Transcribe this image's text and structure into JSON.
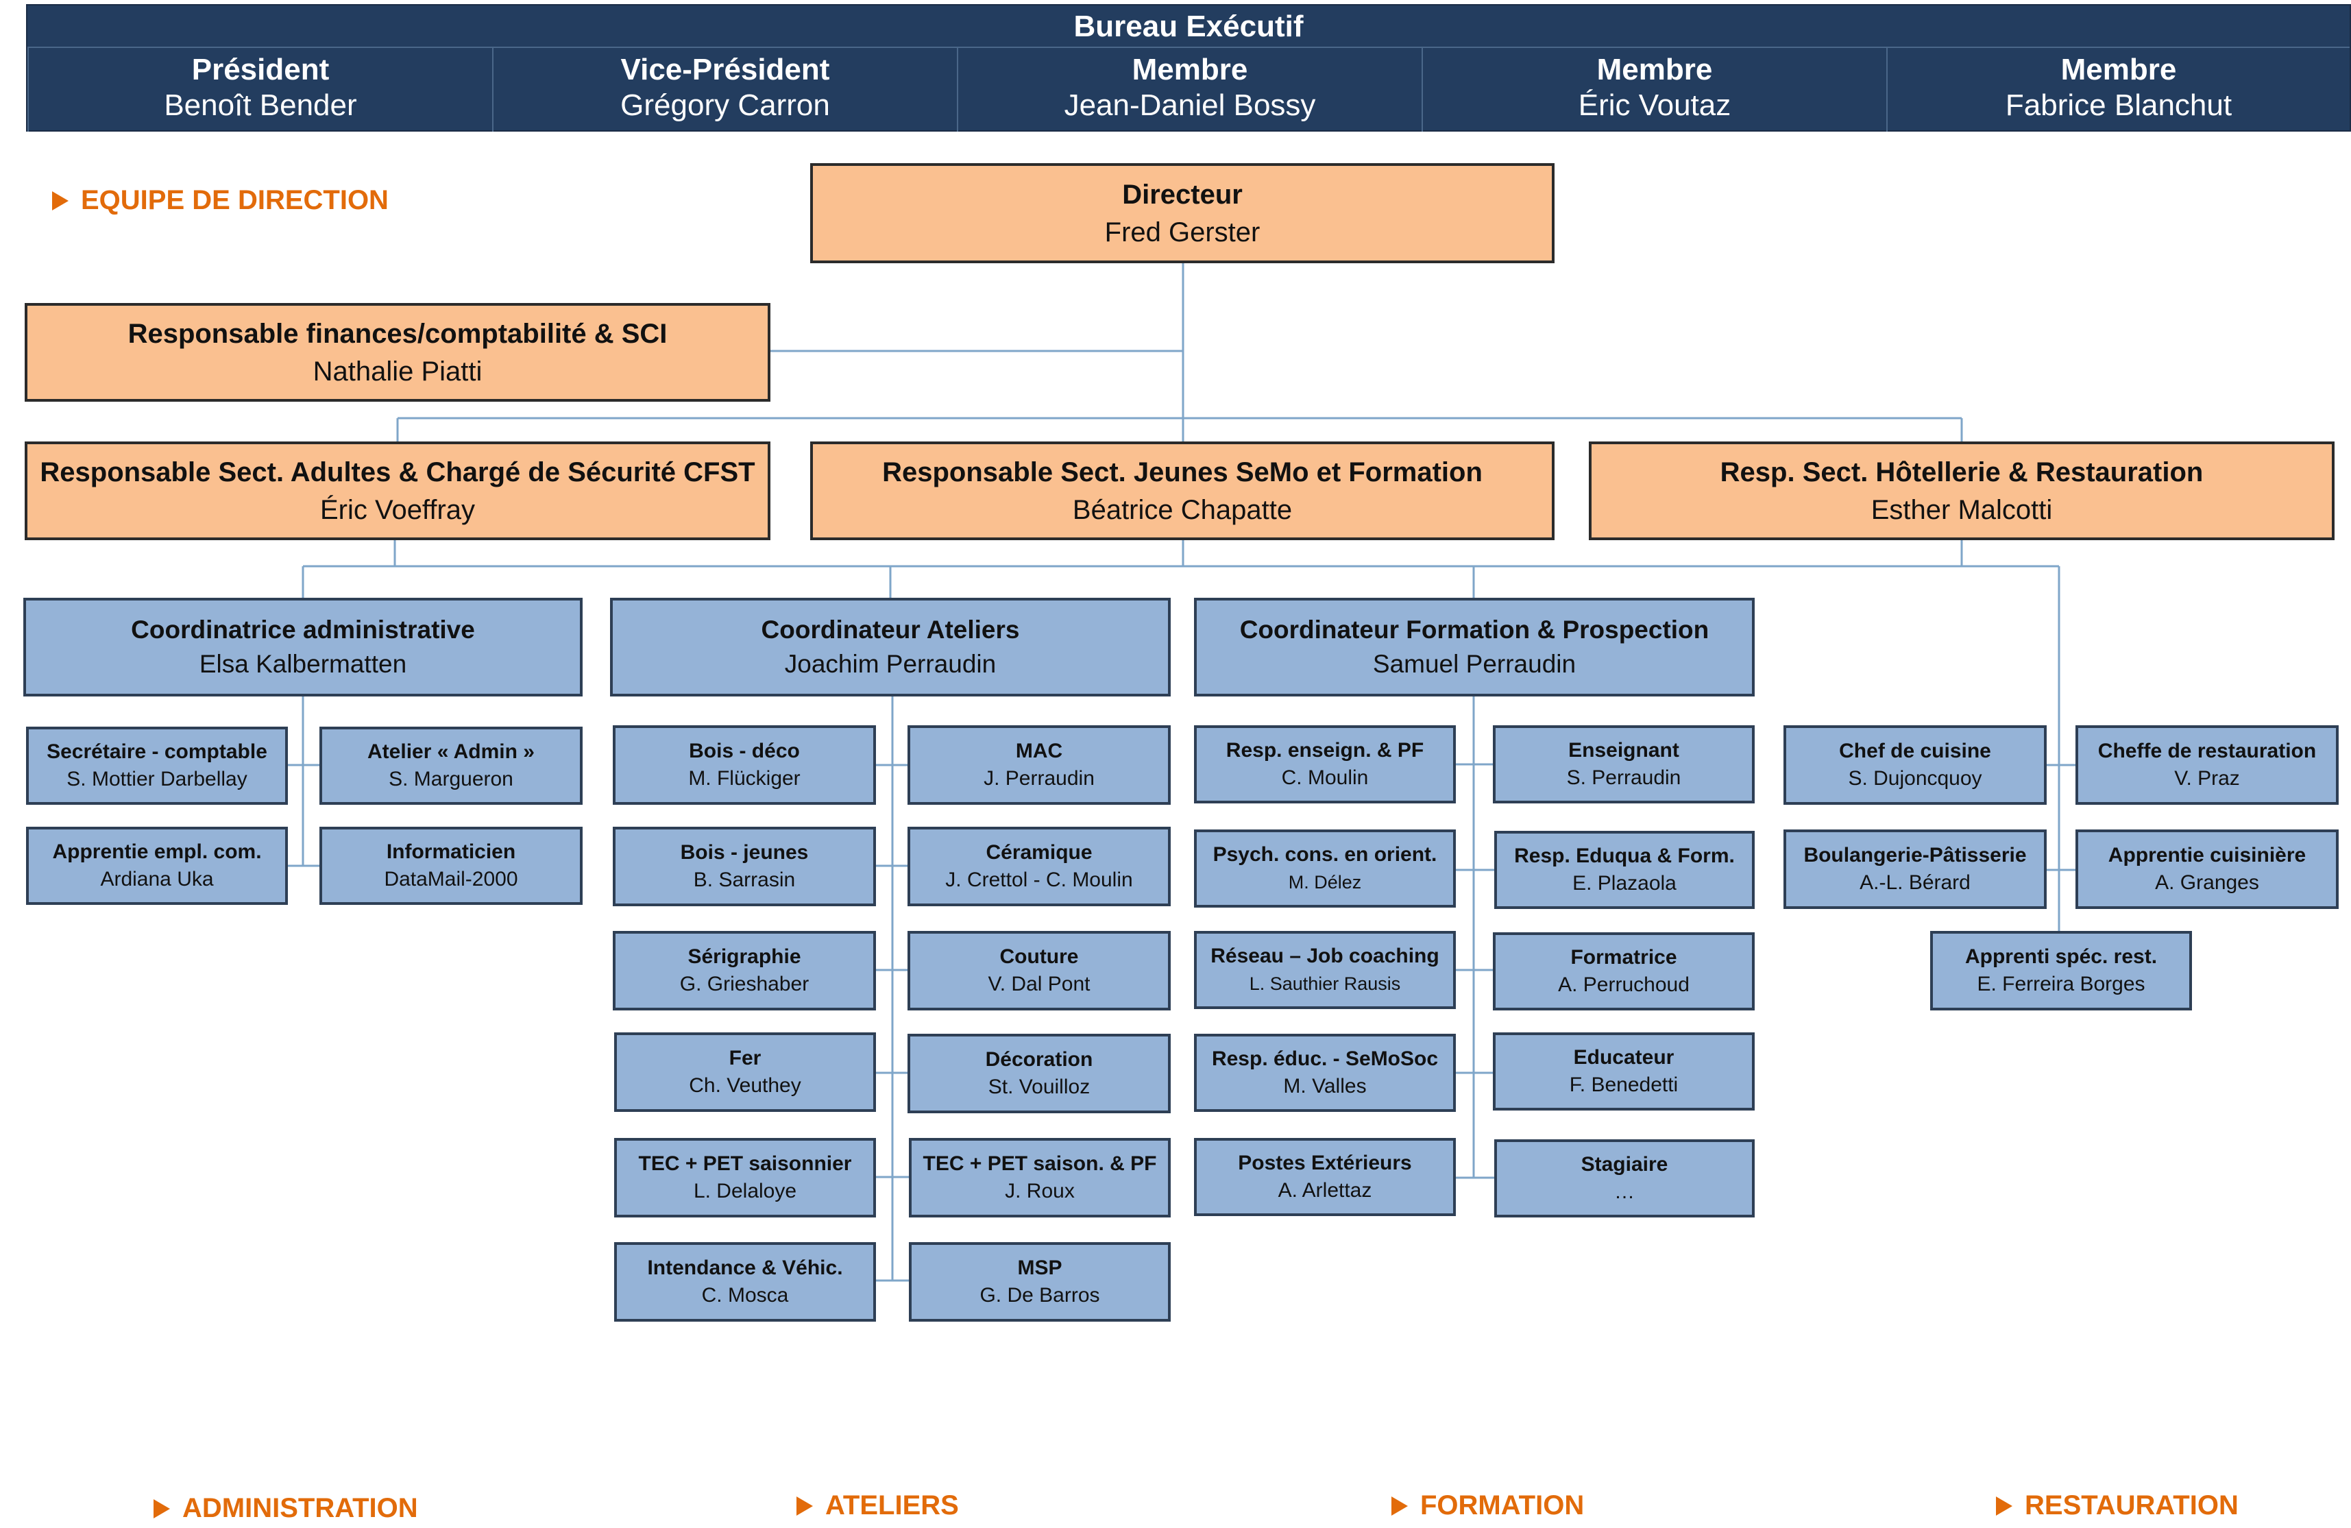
{
  "bureau": {
    "title": "Bureau Exécutif",
    "members": [
      {
        "role": "Président",
        "name": "Benoît Bender"
      },
      {
        "role": "Vice-Président",
        "name": "Grégory Carron"
      },
      {
        "role": "Membre",
        "name": "Jean-Daniel Bossy"
      },
      {
        "role": "Membre",
        "name": "Éric Voutaz"
      },
      {
        "role": "Membre",
        "name": "Fabrice Blanchut"
      }
    ]
  },
  "sections": {
    "direction": "EQUIPE DE DIRECTION",
    "administration": "ADMINISTRATION",
    "ateliers": "ATELIERS",
    "formation": "FORMATION",
    "restauration": "RESTAURATION"
  },
  "direction": {
    "directeur": {
      "title": "Directeur",
      "name": "Fred Gerster"
    },
    "finances": {
      "title": "Responsable finances/comptabilité & SCI",
      "name": "Nathalie Piatti"
    },
    "adultes": {
      "title": "Responsable Sect. Adultes & Chargé de Sécurité CFST",
      "name": "Éric Voeffray"
    },
    "jeunes": {
      "title": "Responsable Sect. Jeunes SeMo et Formation",
      "name": "Béatrice Chapatte"
    },
    "hotellerie": {
      "title": "Resp. Sect. Hôtellerie & Restauration",
      "name": "Esther Malcotti"
    }
  },
  "coordinators": {
    "admin": {
      "title": "Coordinatrice administrative",
      "name": "Elsa Kalbermatten"
    },
    "ateliers": {
      "title": "Coordinateur Ateliers",
      "name": "Joachim Perraudin"
    },
    "formation": {
      "title": "Coordinateur Formation & Prospection",
      "name": "Samuel Perraudin"
    }
  },
  "admin_team": [
    {
      "title": "Secrétaire - comptable",
      "name": "S. Mottier Darbellay"
    },
    {
      "title": "Atelier « Admin »",
      "name": "S. Margueron"
    },
    {
      "title": "Apprentie empl. com.",
      "name": "Ardiana Uka"
    },
    {
      "title": "Informaticien",
      "name": "DataMail-2000"
    }
  ],
  "ateliers_team": [
    {
      "title": "Bois - déco",
      "name": "M. Flückiger"
    },
    {
      "title": "MAC",
      "name": "J. Perraudin"
    },
    {
      "title": "Bois - jeunes",
      "name": "B. Sarrasin"
    },
    {
      "title": "Céramique",
      "name": "J. Crettol - C. Moulin"
    },
    {
      "title": "Sérigraphie",
      "name": "G. Grieshaber"
    },
    {
      "title": "Couture",
      "name": "V. Dal Pont"
    },
    {
      "title": "Fer",
      "name": "Ch. Veuthey"
    },
    {
      "title": "Décoration",
      "name": "St. Vouilloz"
    },
    {
      "title": "TEC + PET saisonnier",
      "name": "L. Delaloye"
    },
    {
      "title": "TEC + PET saison. & PF",
      "name": "J. Roux"
    },
    {
      "title": "Intendance & Véhic.",
      "name": "C. Mosca"
    },
    {
      "title": "MSP",
      "name": "G. De Barros"
    }
  ],
  "formation_team": [
    {
      "title": "Resp. enseign. & PF",
      "name": "C. Moulin"
    },
    {
      "title": "Enseignant",
      "name": "S. Perraudin"
    },
    {
      "title": "Psych. cons. en orient.",
      "name": "M. Délez"
    },
    {
      "title": "Resp. Eduqua & Form.",
      "name": "E. Plazaola"
    },
    {
      "title": "Réseau – Job coaching",
      "name": "L. Sauthier Rausis"
    },
    {
      "title": "Formatrice",
      "name": "A. Perruchoud"
    },
    {
      "title": "Resp. éduc. - SeMoSoc",
      "name": "M. Valles"
    },
    {
      "title": "Educateur",
      "name": "F. Benedetti"
    },
    {
      "title": "Postes Extérieurs",
      "name": "A. Arlettaz"
    },
    {
      "title": "Stagiaire",
      "name": "…"
    }
  ],
  "restauration_team": [
    {
      "title": "Chef de cuisine",
      "name": "S. Dujoncquoy"
    },
    {
      "title": "Cheffe de restauration",
      "name": "V. Praz"
    },
    {
      "title": "Boulangerie-Pâtisserie",
      "name": "A.-L. Bérard"
    },
    {
      "title": "Apprentie cuisinière",
      "name": "A. Granges"
    },
    {
      "title": "Apprenti spéc. rest.",
      "name": "E. Ferreira Borges"
    }
  ]
}
